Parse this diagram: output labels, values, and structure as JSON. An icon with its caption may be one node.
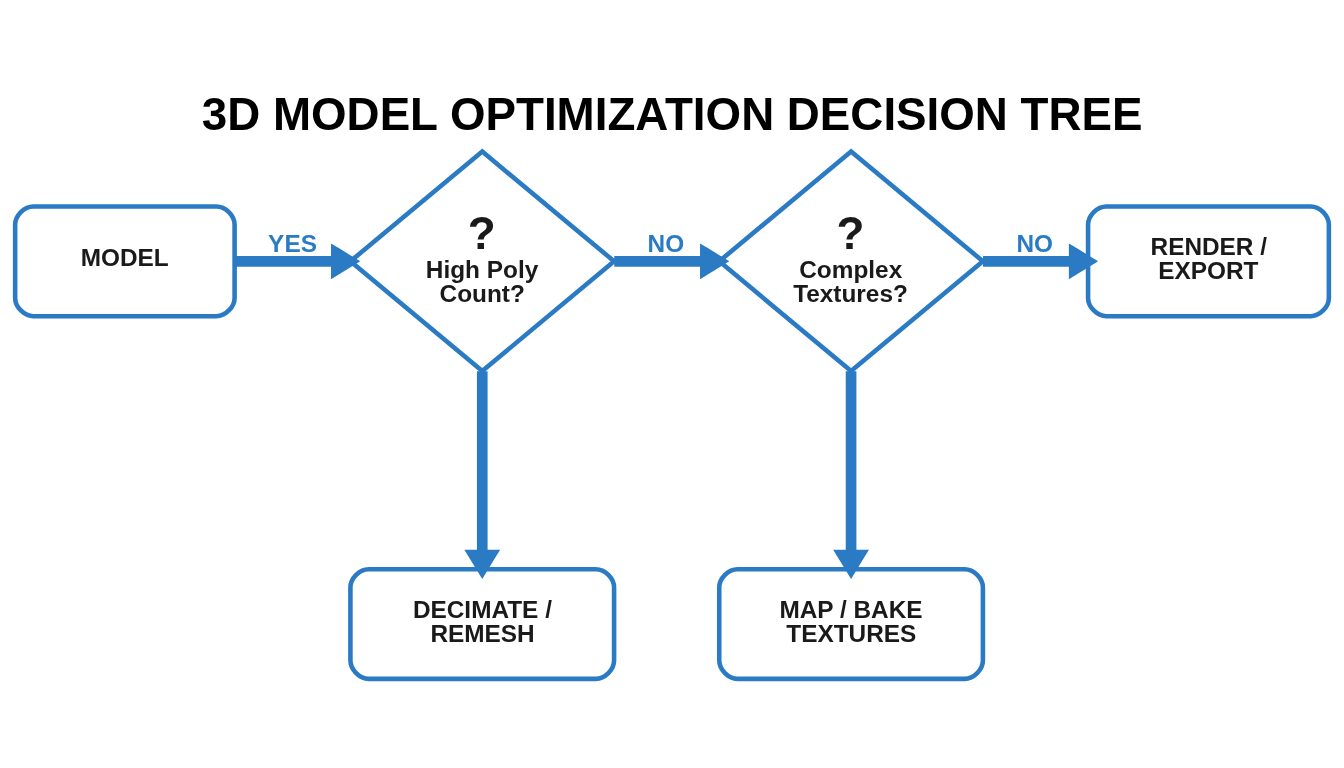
{
  "diagram": {
    "title": "3D MODEL OPTIMIZATION DECISION TREE",
    "nodes": [
      {
        "text": [
          "MODEL"
        ]
      },
      {
        "text": [
          "?",
          "High Poly Count?"
        ]
      },
      {
        "text": [
          "?",
          "Complex Textures?"
        ]
      },
      {
        "text": [
          "RENDER / EXPORT"
        ]
      },
      {
        "text": [
          "DECIMATE / REMESH"
        ]
      },
      {
        "text": [
          "MAP / BAKE TEXTURES"
        ]
      }
    ],
    "edges": [
      {
        "from": 0,
        "to": 1,
        "arrow": "to",
        "label": "YES"
      },
      {
        "from": 1,
        "to": 2,
        "arrow": "to",
        "label": "NO"
      },
      {
        "from": 2,
        "to": 3,
        "arrow": "to",
        "label": "NO"
      },
      {
        "from": 1,
        "to": 4,
        "arrow": "to"
      },
      {
        "from": 2,
        "to": 5,
        "arrow": "to"
      }
    ]
  }
}
